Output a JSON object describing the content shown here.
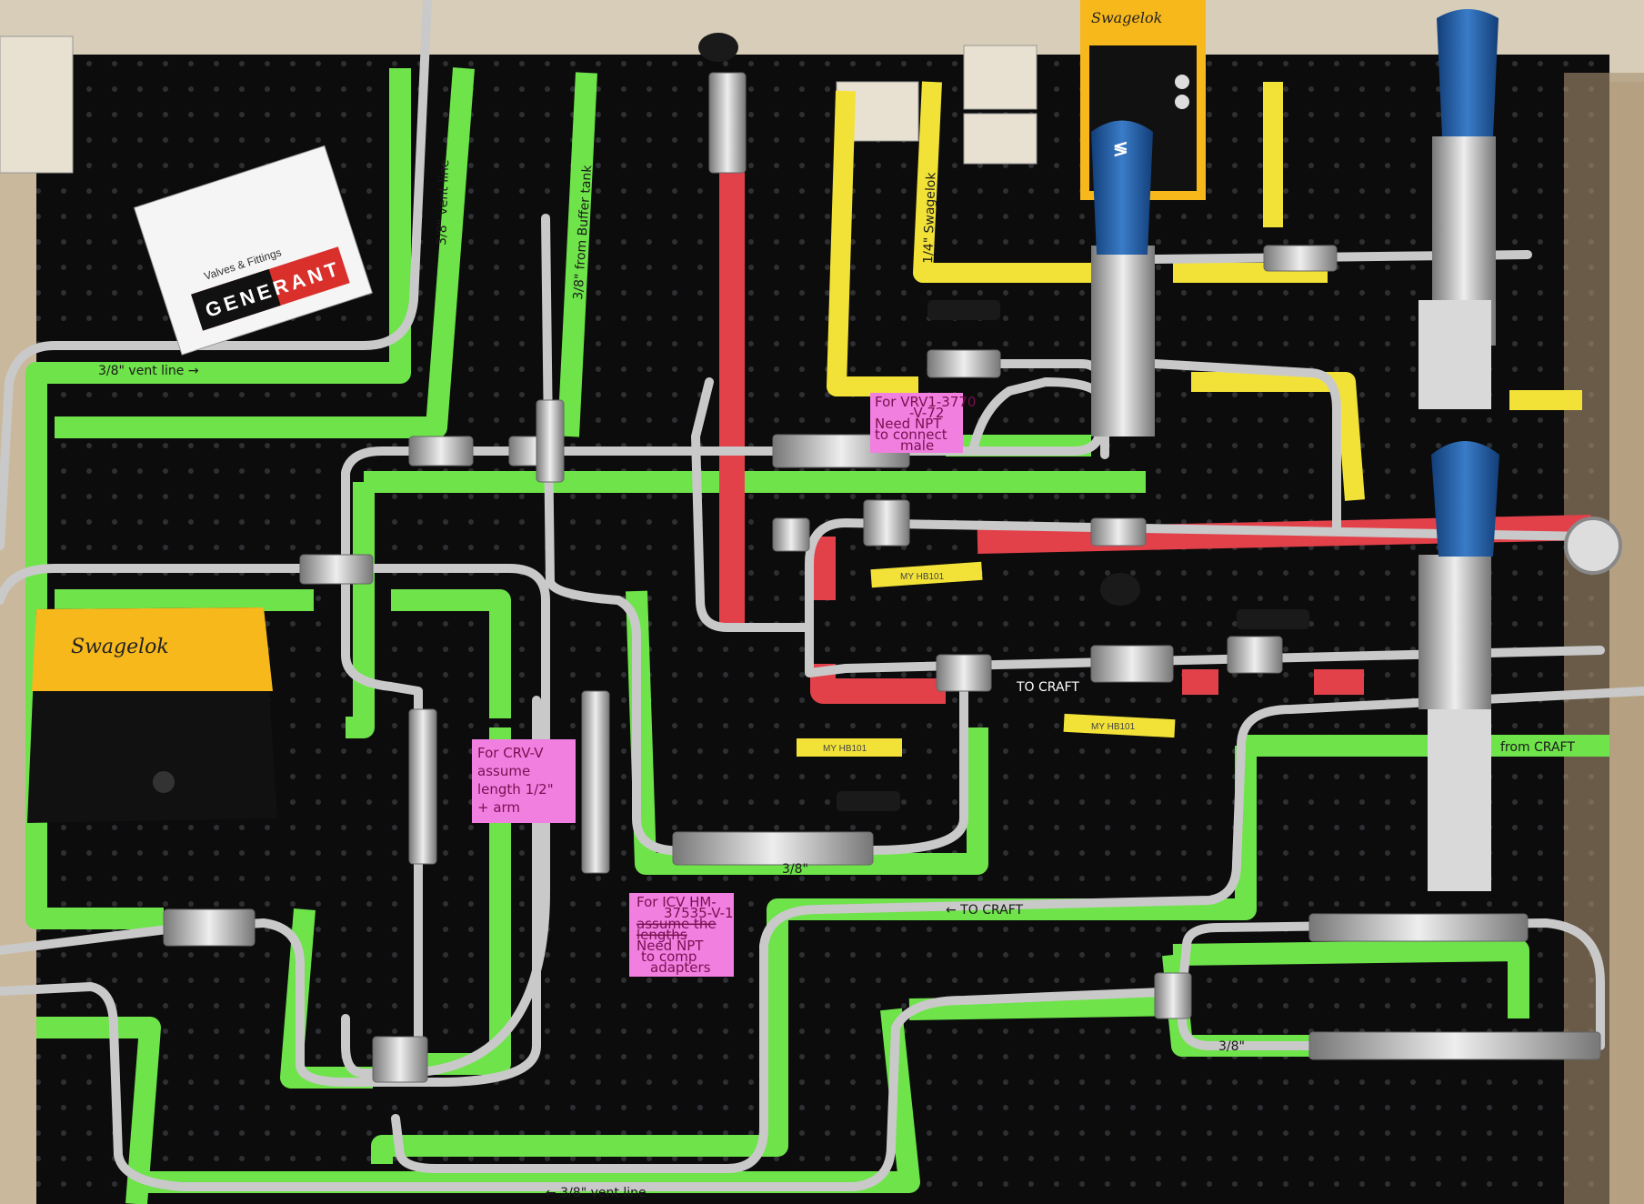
{
  "colors": {
    "board": "#0c0c0d",
    "green_tape": "#6ee34a",
    "yellow_tape": "#f2e238",
    "red_tape": "#e2414a",
    "pink_note": "#f07fe0",
    "swagelok_yellow": "#f7b81c",
    "knob_blue": "#1f5fa8",
    "pipe": "#c9c9c9"
  },
  "swagelok_left": {
    "logo": "Swagelok"
  },
  "swagelok_top": {
    "logo": "Swagelok"
  },
  "generant_box": {
    "brand": "GENERANT",
    "line": "Valves & Fittings"
  },
  "labels": {
    "vent_line_h": "3/8\" vent line →",
    "vent_line_v": "3/8\" vent line",
    "from_buffer": "3/8\" from Buffer tank",
    "quarter_top": "1/4\" Swagelok",
    "to_craft": "TO CRAFT",
    "three_eighths": "3/8\"",
    "to_craft_green": "← TO CRAFT",
    "three_eighths_bottom": "3/8\"",
    "from_craft": "from CRAFT",
    "vent_line_bottom": "← 3/8\" vent line",
    "my_hb_1": "MY HB101",
    "my_hb_2": "MY HB101",
    "my_hb_3": "MY HB101"
  },
  "notes": [
    {
      "lines": [
        "For VRV1-3770",
        "-V-72",
        "Need NPT",
        "to connect",
        "male"
      ]
    },
    {
      "lines": [
        "For ICV HM-",
        "37535-V-1",
        "assume the",
        "lengths",
        "Need NPT",
        "to comp",
        "adapters"
      ]
    },
    {
      "lines": [
        "For CRV-V",
        "assume",
        "length 1/2\"",
        "+ arm"
      ]
    }
  ]
}
